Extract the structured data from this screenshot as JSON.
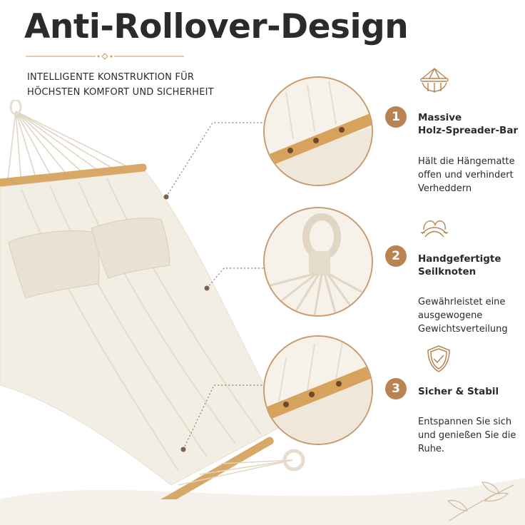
{
  "title": "Anti-Rollover-Design",
  "subtitle_lines": [
    "INTELLIGENTE KONSTRUKTION FÜR",
    "HÖCHSTEN KOMFORT UND SICHERHEIT"
  ],
  "colors": {
    "accent": "#b98451",
    "ring": "#c99a6d",
    "text": "#2b2b2b",
    "wood": "#d8a866",
    "fabric": "#f3eee3"
  },
  "features": [
    {
      "number": "1",
      "icon": "spreader-bar-icon",
      "title_lines": [
        "Massive",
        "Holz-Spreader-Bar"
      ],
      "desc_lines": [
        "Hält die Hängematte",
        "offen und verhindert",
        "Verheddern"
      ]
    },
    {
      "number": "2",
      "icon": "rope-knot-icon",
      "title_lines": [
        "Handgefertigte",
        "Seilknoten"
      ],
      "desc_lines": [
        "Gewährleistet eine",
        "ausgewogene",
        "Gewichtsverteilung"
      ]
    },
    {
      "number": "3",
      "icon": "shield-check-icon",
      "title_lines": [
        "Sicher & Stabil"
      ],
      "desc_lines": [
        "Entspannen Sie sich",
        "und genießen Sie die",
        "Ruhe."
      ]
    }
  ]
}
